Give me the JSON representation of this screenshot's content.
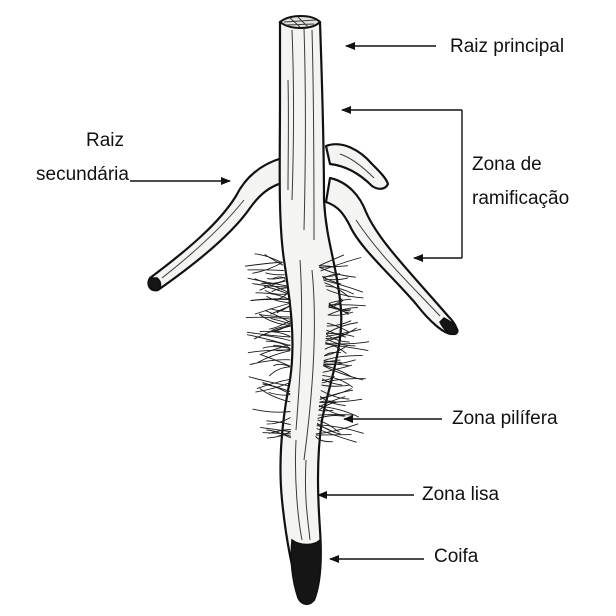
{
  "labels": {
    "main_root": "Raiz principal",
    "secondary_root_line1": "Raiz",
    "secondary_root_line2": "secundária",
    "branching_zone_line1": "Zona de",
    "branching_zone_line2": "ramificação",
    "hair_zone": "Zona pilífera",
    "smooth_zone": "Zona lisa",
    "root_cap": "Coifa"
  }
}
